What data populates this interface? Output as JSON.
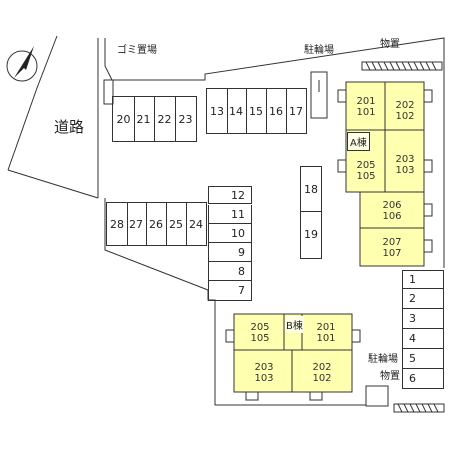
{
  "labels": {
    "road": "道路",
    "garbage": "ゴミ置場",
    "bike_parking_top": "駐輪場",
    "storage_top": "物置",
    "bike_parking_bottom": "駐輪場",
    "storage_bottom": "物置",
    "building_a": "A棟",
    "building_b": "B棟"
  },
  "parking": {
    "top_row": [
      "20",
      "21",
      "22",
      "23"
    ],
    "mid_row": [
      "13",
      "14",
      "15",
      "16",
      "17"
    ],
    "left_row": [
      "28",
      "27",
      "26",
      "25",
      "24"
    ],
    "mid_column": [
      "12",
      "11",
      "10",
      "9",
      "8",
      "7"
    ],
    "center": [
      "18",
      "19"
    ],
    "right_column": [
      "1",
      "2",
      "3",
      "4",
      "5",
      "6"
    ]
  },
  "building_a_units": [
    {
      "upper": "201",
      "lower": "101"
    },
    {
      "upper": "202",
      "lower": "102"
    },
    {
      "upper": "205",
      "lower": "105"
    },
    {
      "upper": "203",
      "lower": "103"
    },
    {
      "upper": "206",
      "lower": "106"
    },
    {
      "upper": "207",
      "lower": "107"
    }
  ],
  "building_b_units": [
    {
      "upper": "205",
      "lower": "105"
    },
    {
      "upper": "201",
      "lower": "101"
    },
    {
      "upper": "203",
      "lower": "103"
    },
    {
      "upper": "202",
      "lower": "102"
    }
  ],
  "colors": {
    "building_fill": "#ffffb0",
    "line": "#333333"
  },
  "icons": [
    "north-arrow-icon"
  ]
}
